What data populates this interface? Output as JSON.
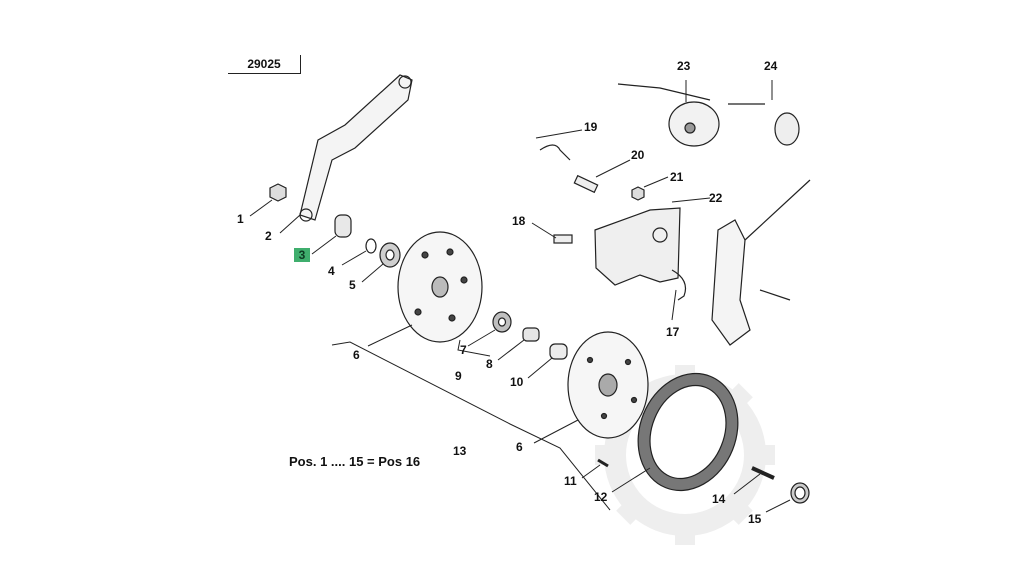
{
  "reference": "29025",
  "highlighted": "3",
  "note": "Pos. 1 .... 15 = Pos 16",
  "labels": {
    "p1": "1",
    "p2": "2",
    "p4": "4",
    "p5": "5",
    "p6a": "6",
    "p6b": "6",
    "p7": "7",
    "p8": "8",
    "p9": "9",
    "p10": "10",
    "p11": "11",
    "p12": "12",
    "p13": "13",
    "p14": "14",
    "p15": "15",
    "p17": "17",
    "p18": "18",
    "p19": "19",
    "p20": "20",
    "p21": "21",
    "p22": "22",
    "p23": "23",
    "p24": "24"
  }
}
